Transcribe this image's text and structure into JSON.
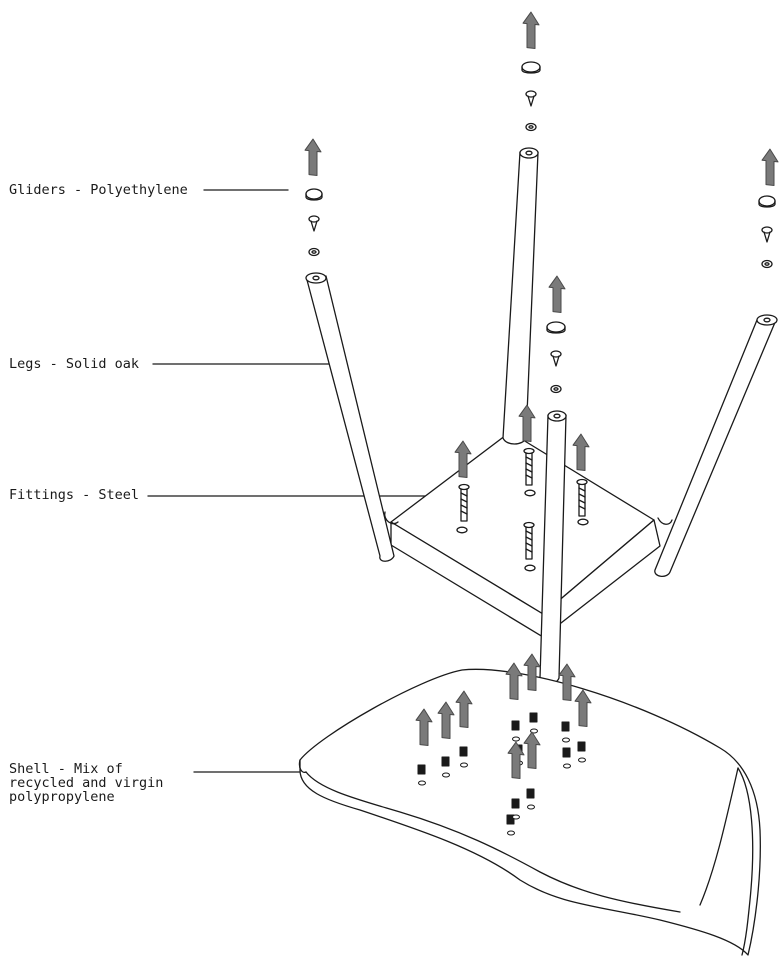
{
  "labels": {
    "gliders": "Gliders - Polyethylene",
    "legs": "Legs - Solid oak",
    "fittings": "Fittings - Steel",
    "shell": [
      "Shell - Mix of",
      "recycled and virgin",
      "polypropylene"
    ]
  },
  "colors": {
    "line": "#1a1a1a",
    "arrow_fill": "#7a7a7a",
    "arrow_stroke": "#4a4a4a",
    "background": "#ffffff"
  }
}
